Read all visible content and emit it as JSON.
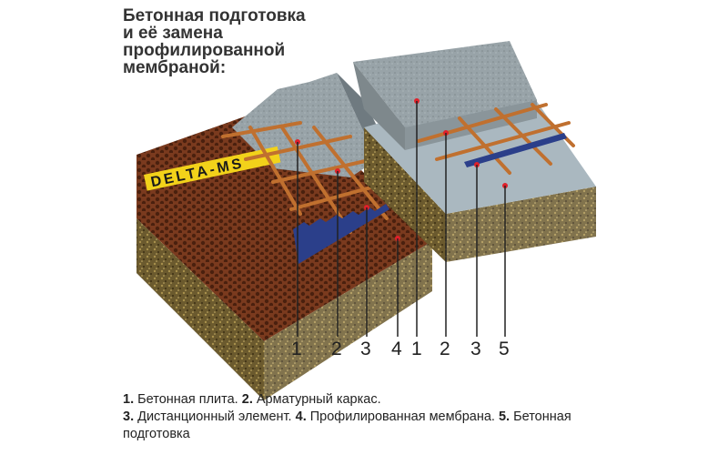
{
  "title": {
    "lines": [
      "Бетонная подготовка",
      "и её замена",
      "профилированной",
      "мембраной:"
    ]
  },
  "brand_label": "DELTA-MS",
  "callouts_left": [
    "1",
    "2",
    "3",
    "4"
  ],
  "callouts_right": [
    "1",
    "2",
    "3",
    "5"
  ],
  "caption": {
    "items": [
      {
        "num": "1.",
        "text": " Бетонная плита. "
      },
      {
        "num": "2.",
        "text": " Арматурный каркас."
      },
      {
        "num": "3.",
        "text": " Дистанционный элемент. "
      },
      {
        "num": "4.",
        "text": " Профилированная мембрана. "
      },
      {
        "num": "5.",
        "text": " Бетонная подготовка"
      }
    ]
  },
  "colors": {
    "membrane": "#7a3a1e",
    "concrete": "#9aa4aa",
    "soil": "#6b5a2e",
    "rebar": "#c0702f",
    "spacer": "#2b3f8a",
    "marker": "#e0202a",
    "brand_bg": "#f2d21a"
  }
}
